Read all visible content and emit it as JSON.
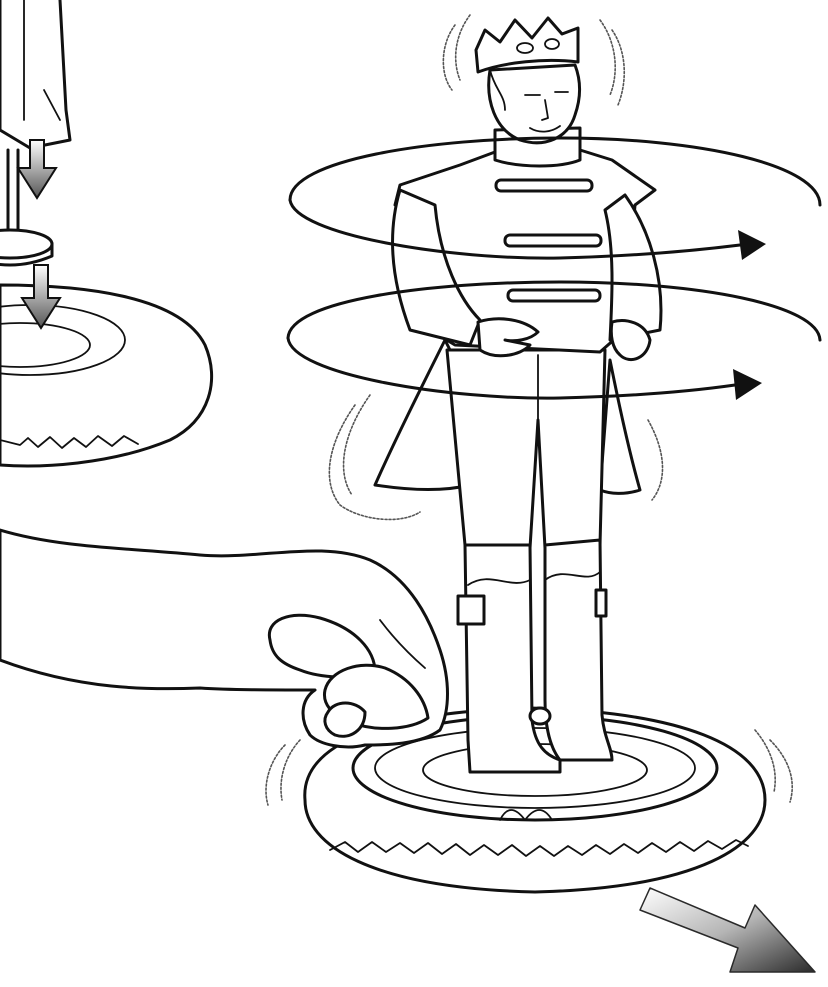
{
  "illustration": {
    "left_figure": {
      "components": [
        "doll-legs",
        "stand-rod",
        "stand-disc",
        "base",
        "down-arrow",
        "down-arrow"
      ]
    },
    "main_figure": {
      "components": [
        "crown",
        "head",
        "jacket",
        "cape",
        "trousers",
        "boots",
        "base",
        "rotation-arrow",
        "rotation-arrow"
      ]
    },
    "hand": {
      "action": "press-base"
    },
    "colors": {
      "ink": "#111111",
      "background": "#ffffff",
      "arrow_gray": "#888888"
    }
  }
}
